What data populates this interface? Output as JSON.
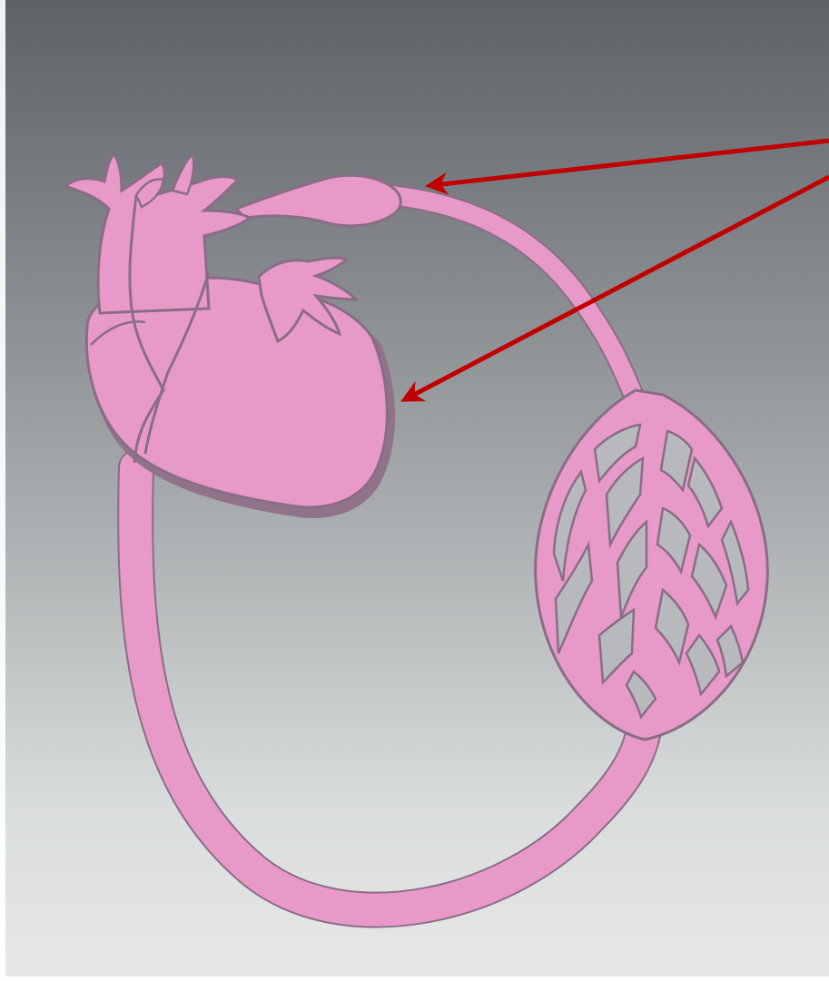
{
  "diagram": {
    "colors": {
      "background_top": "#5e6166",
      "background_bottom": "#e7e9e8",
      "vessel_fill": "#e79ac8",
      "vessel_outline": "#8a6d84",
      "heart_shadow": "#8f7389",
      "arrow": "#c00000"
    },
    "elements": [
      "heart",
      "aorta-bulb",
      "artery",
      "capillary-network",
      "vein",
      "pointer-arrow-to-bulb",
      "pointer-arrow-to-heart"
    ]
  }
}
